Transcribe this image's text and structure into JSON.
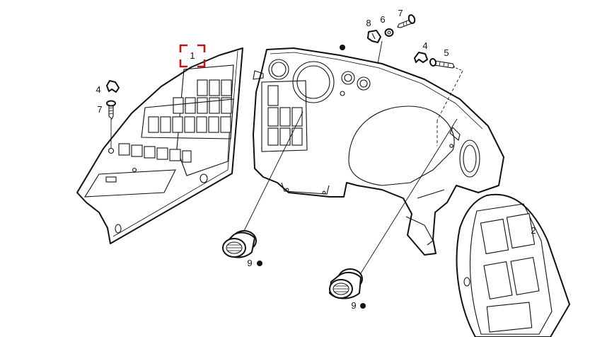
{
  "callouts": {
    "c1": "1",
    "c2": "2",
    "c4a": "4",
    "c4b": "4",
    "c5": "5",
    "c6": "6",
    "c7a": "7",
    "c7b": "7",
    "c8": "8",
    "c9a": "9",
    "c9b": "9"
  },
  "colors": {
    "line": "#111111",
    "highlight_box": "#c0141c"
  },
  "highlighted_part": "1"
}
